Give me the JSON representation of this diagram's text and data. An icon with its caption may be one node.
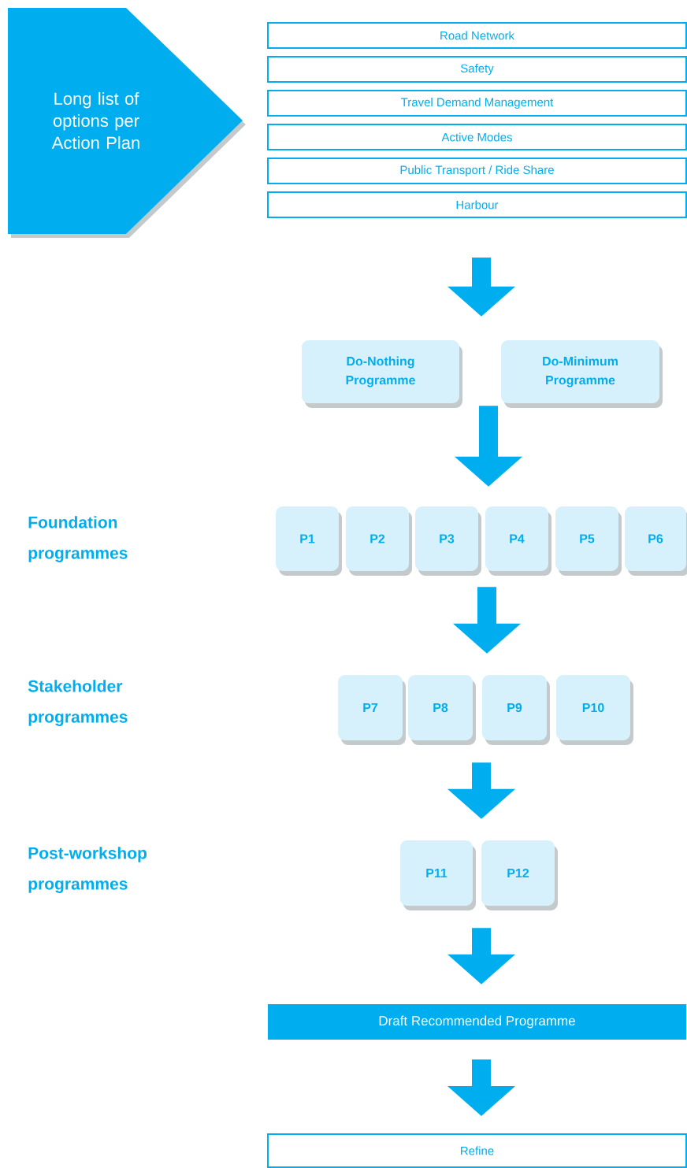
{
  "diagram": {
    "nodes": [
      {
        "text": [
          "Long list of options per Action Plan"
        ]
      },
      {
        "text": [
          "Road Network"
        ]
      },
      {
        "text": [
          "Safety"
        ]
      },
      {
        "text": [
          "Travel Demand Management"
        ]
      },
      {
        "text": [
          "Active Modes"
        ]
      },
      {
        "text": [
          "Public Transport / Ride Share"
        ]
      },
      {
        "text": [
          "Harbour"
        ]
      },
      {
        "text": [
          "Do-Nothing Programme"
        ]
      },
      {
        "text": [
          "Do-Minimum Programme"
        ]
      },
      {
        "text": [
          "P1"
        ]
      },
      {
        "text": [
          "P2"
        ]
      },
      {
        "text": [
          "P3"
        ]
      },
      {
        "text": [
          "P4"
        ]
      },
      {
        "text": [
          "P5"
        ]
      },
      {
        "text": [
          "P6"
        ]
      },
      {
        "text": [
          "P7"
        ]
      },
      {
        "text": [
          "P8"
        ]
      },
      {
        "text": [
          "P9"
        ]
      },
      {
        "text": [
          "P10"
        ]
      },
      {
        "text": [
          "P11"
        ]
      },
      {
        "text": [
          "P12"
        ]
      },
      {
        "text": [
          "Draft Recommended Programme"
        ]
      },
      {
        "text": [
          "Refine"
        ]
      }
    ],
    "edges": [
      {
        "from": 6,
        "to": 8,
        "arrow": "to"
      },
      {
        "from": 8,
        "to": 12,
        "arrow": "to"
      },
      {
        "from": 12,
        "to": 17,
        "arrow": "to"
      },
      {
        "from": 17,
        "to": 20,
        "arrow": "to"
      },
      {
        "from": 20,
        "to": 21,
        "arrow": "to"
      },
      {
        "from": 21,
        "to": 22,
        "arrow": "to"
      }
    ],
    "labels": [
      "Foundation programmes",
      "Stakeholder programmes",
      "Post-workshop programmes"
    ]
  }
}
